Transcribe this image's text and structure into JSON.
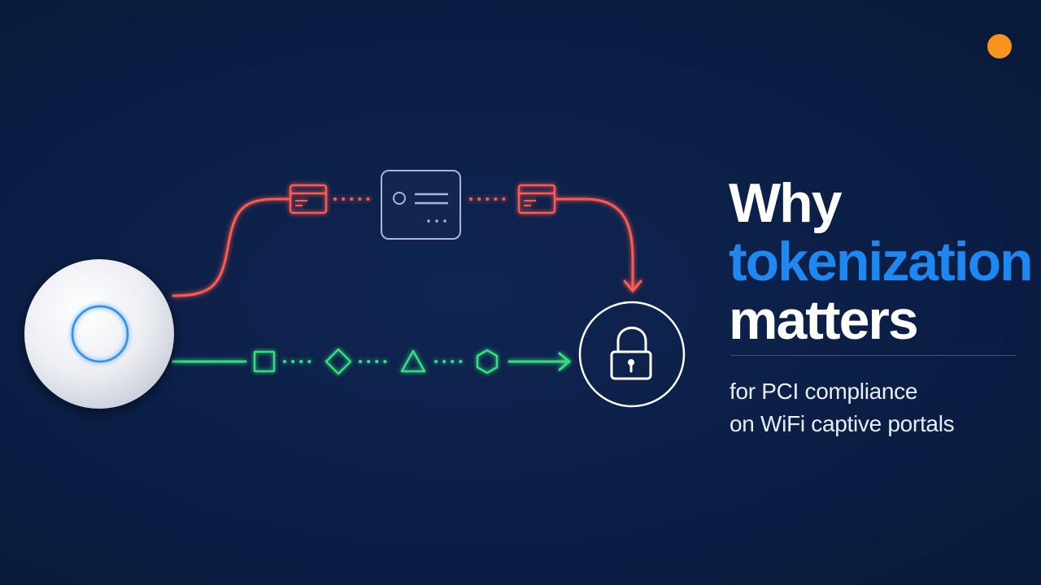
{
  "headline": {
    "line1": "Why",
    "line2": "tokenization",
    "line3": "matters"
  },
  "subtitle": {
    "line1": "for PCI compliance",
    "line2": "on WiFi captive portals"
  },
  "icons": {
    "access_point": "wifi-access-point-icon",
    "card_left": "credit-card-icon",
    "server": "server-record-icon",
    "card_right": "credit-card-icon",
    "lock": "padlock-icon",
    "token_shapes": [
      "square-token-icon",
      "diamond-token-icon",
      "triangle-token-icon",
      "hexagon-token-icon"
    ]
  },
  "colors": {
    "background": "#0b1e45",
    "headline": "#ffffff",
    "accent": "#1e88f0",
    "subtitle": "#e8eef8",
    "raw_path": "#ff5a4e",
    "token_path": "#34e07c",
    "server_border": "#aab6d6",
    "lock": "#ffffff",
    "status_dot": "#f7941d",
    "access_point_ring": "#2f8ff0"
  }
}
